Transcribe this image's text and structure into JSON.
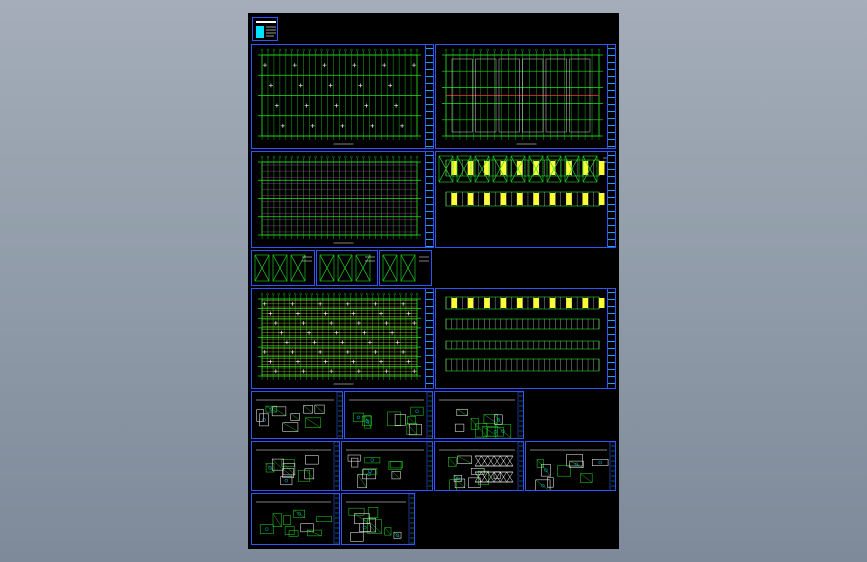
{
  "app": {
    "title": "",
    "view": "cad-drawing-preview"
  },
  "colors": {
    "background_top": "#a4adb9",
    "background_bottom": "#7e8a99",
    "model_space": "#000000",
    "sheet_border": "#2f55ff",
    "main_line": "#20e020",
    "detail_line": "#ffffff",
    "highlight": "#ffff33",
    "accent_red": "#ff3030",
    "accent_cyan": "#00e0ff",
    "accent_magenta": "#ff40ff"
  },
  "sheets": [
    {
      "id": "cover",
      "kind": "index"
    },
    {
      "id": "roof-plan-1",
      "kind": "plan-grid"
    },
    {
      "id": "roof-plan-2",
      "kind": "plan-columns"
    },
    {
      "id": "purlin-plan",
      "kind": "plan-rows"
    },
    {
      "id": "elevations",
      "kind": "elevation"
    },
    {
      "id": "bracing-detail-a",
      "kind": "details"
    },
    {
      "id": "bracing-detail-b",
      "kind": "details"
    },
    {
      "id": "bracing-detail-c",
      "kind": "details"
    },
    {
      "id": "roof-plan-3",
      "kind": "plan-dense"
    },
    {
      "id": "elevations-2",
      "kind": "elevation"
    },
    {
      "id": "truss-detail-1",
      "kind": "details"
    },
    {
      "id": "truss-detail-2",
      "kind": "details"
    },
    {
      "id": "node-detail-1",
      "kind": "details"
    },
    {
      "id": "node-detail-2",
      "kind": "details"
    },
    {
      "id": "node-detail-3",
      "kind": "details"
    },
    {
      "id": "truss-elevation",
      "kind": "details"
    },
    {
      "id": "node-detail-4",
      "kind": "details"
    },
    {
      "id": "connection-detail-1",
      "kind": "details"
    },
    {
      "id": "connection-detail-2",
      "kind": "details"
    }
  ]
}
